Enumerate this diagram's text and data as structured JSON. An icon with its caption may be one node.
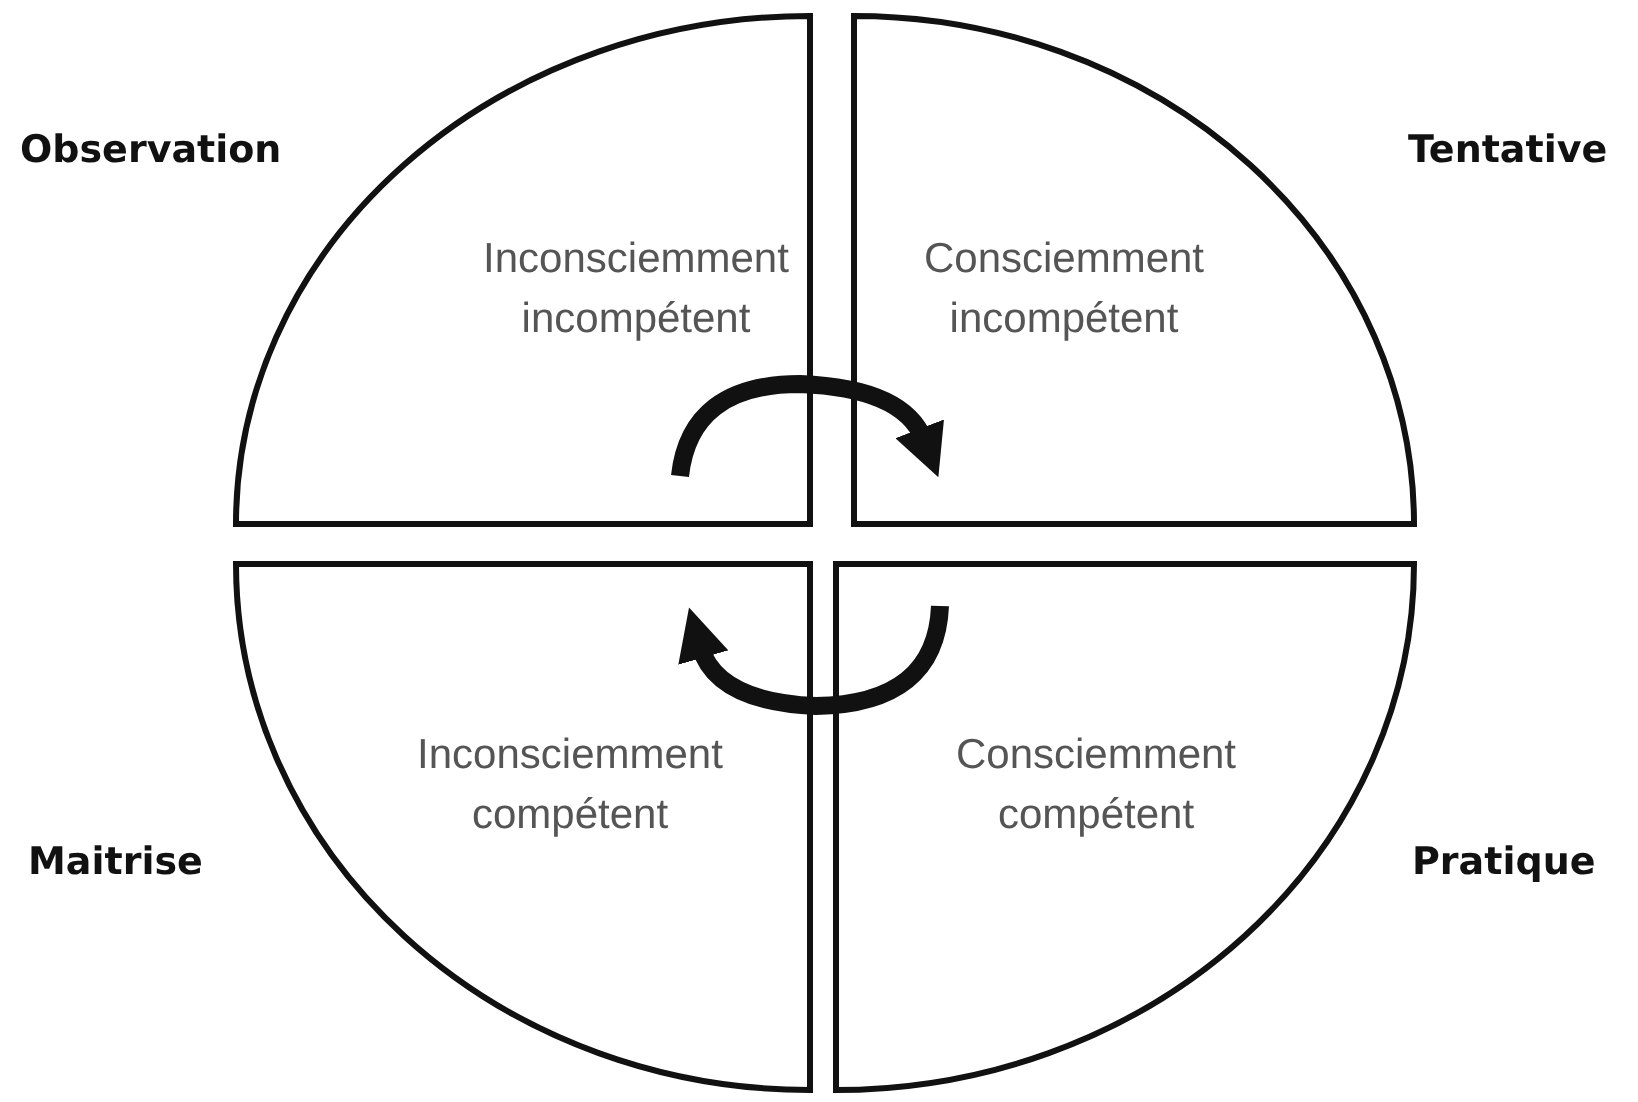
{
  "diagram": {
    "nodes": [
      {
        "text": [
          "Inconsciemment incompétent"
        ],
        "beside": [
          "Observation"
        ]
      },
      {
        "text": [
          "Consciemment incompétent"
        ],
        "beside": [
          "Tentative"
        ]
      },
      {
        "text": [
          "Inconsciemment compétent"
        ],
        "beside": [
          "Maitrise"
        ]
      },
      {
        "text": [
          "Consciemment compétent"
        ],
        "beside": [
          "Pratique"
        ]
      }
    ],
    "edges": [
      {
        "from": 0,
        "to": 1,
        "arrow": "to"
      },
      {
        "from": 3,
        "to": 2,
        "arrow": "to"
      }
    ]
  }
}
